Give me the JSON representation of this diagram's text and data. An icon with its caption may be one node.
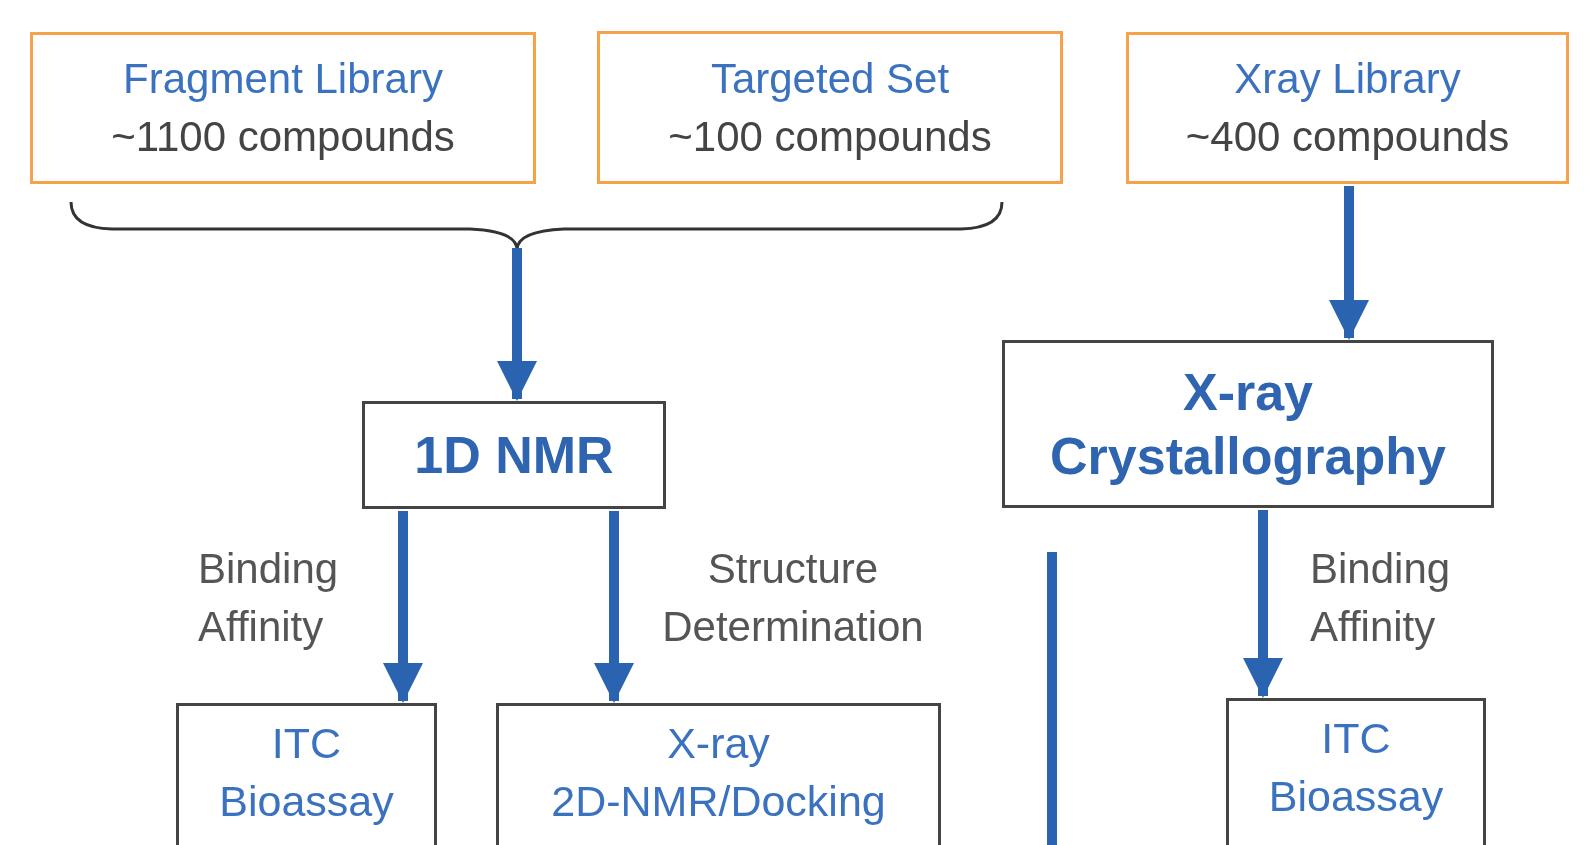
{
  "diagram": {
    "nodes": [
      {
        "text": [
          "Fragment Library",
          "~1100 compounds"
        ]
      },
      {
        "text": [
          "Targeted Set",
          "~100 compounds"
        ]
      },
      {
        "text": [
          "Xray Library",
          "~400 compounds"
        ]
      },
      {
        "text": [
          "1D NMR"
        ]
      },
      {
        "text": [
          "X-ray Crystallography"
        ]
      },
      {
        "text": [
          "ITC",
          "Bioassay"
        ]
      },
      {
        "text": [
          "X-ray",
          "2D-NMR/Docking"
        ]
      },
      {
        "text": [
          "ITC",
          "Bioassay"
        ]
      }
    ],
    "edges": [
      {
        "from": 0,
        "to": 3,
        "arrow": "to",
        "color": "#333333"
      },
      {
        "from": 1,
        "to": 3,
        "arrow": "to",
        "color": "#333333"
      },
      {
        "from": 2,
        "to": 4,
        "arrow": "to"
      },
      {
        "from": 3,
        "to": 5,
        "arrow": "to",
        "label": "Binding Affinity"
      },
      {
        "from": 3,
        "to": 6,
        "arrow": "to",
        "label": "Structure Determination"
      },
      {
        "from": 4,
        "to": 7,
        "arrow": "to",
        "label": "Binding Affinity"
      },
      {
        "from": 4,
        "to": null,
        "arrow": "none"
      }
    ]
  }
}
